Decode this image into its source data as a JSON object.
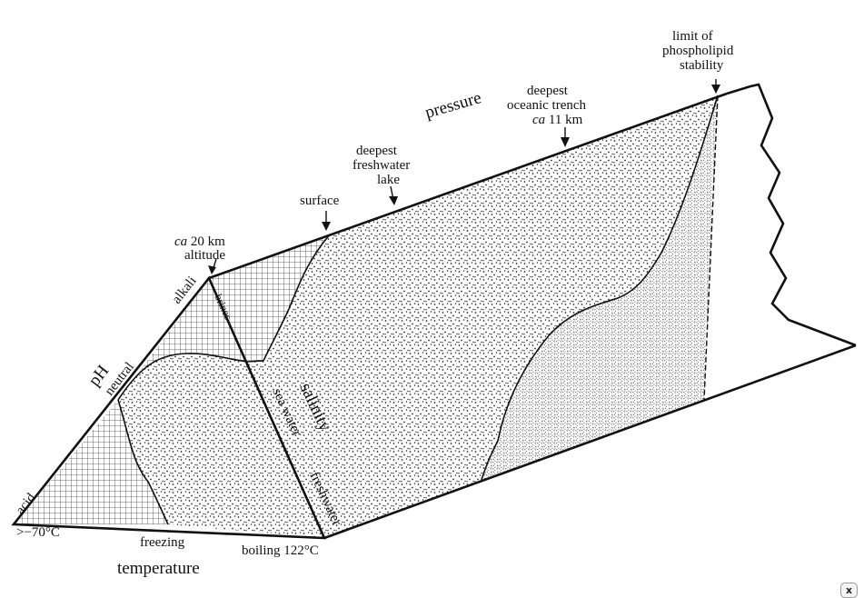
{
  "diagram": {
    "labels": {
      "ph": "pH",
      "acid": "acid",
      "neutral": "neutral",
      "alkali": "alkali",
      "temp_low": ">−70°C",
      "freezing": "freezing",
      "boiling": "boiling 122°C",
      "temperature": "temperature",
      "altitude_line1_italic": "ca",
      "altitude_line1_rest": " 20 km",
      "altitude_line2": "altitude",
      "brines": "brines",
      "sea_water": "sea water",
      "freshwater": "freshwater",
      "salinity": "salinity",
      "surface": "surface",
      "lake_line1": "deepest",
      "lake_line2": "freshwater",
      "lake_line3": "lake",
      "pressure": "pressure",
      "trench_line1": "deepest",
      "trench_line2": "oceanic trench",
      "trench_line3_italic": "ca",
      "trench_line3_rest": " 11 km",
      "limit_line1": "limit of",
      "limit_line2": "phospholipid",
      "limit_line3": "stability"
    }
  },
  "ui": {
    "close_icon": "close-icon",
    "close_glyph": "x"
  }
}
